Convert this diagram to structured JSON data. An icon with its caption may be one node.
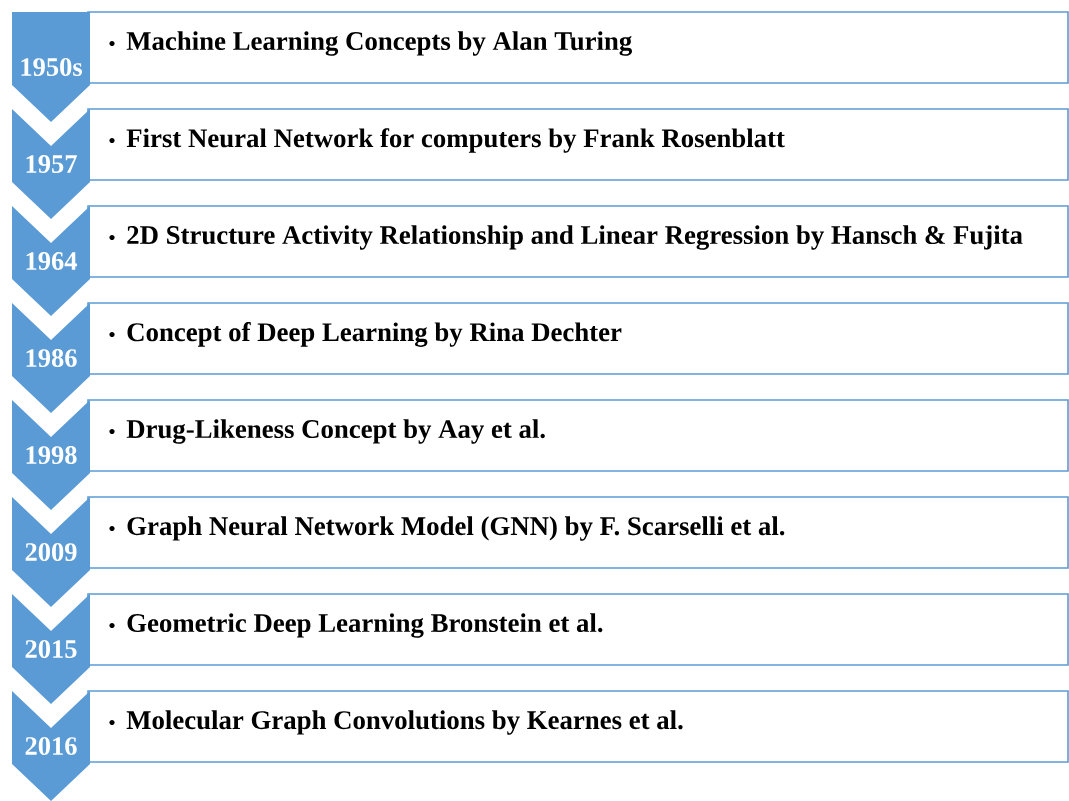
{
  "diagram": {
    "nodes": [
      {
        "text": [
          "1950s"
        ]
      },
      {
        "text": [
          "Machine Learning Concepts by Alan Turing"
        ]
      },
      {
        "text": [
          "1957"
        ]
      },
      {
        "text": [
          "First Neural Network for computers by Frank Rosenblatt"
        ]
      },
      {
        "text": [
          "1964"
        ]
      },
      {
        "text": [
          "2D Structure Activity Relationship and Linear Regression by Hansch & Fujita"
        ]
      },
      {
        "text": [
          "1986"
        ]
      },
      {
        "text": [
          "Concept of Deep Learning by Rina Dechter"
        ]
      },
      {
        "text": [
          "1998"
        ]
      },
      {
        "text": [
          "Drug-Likeness Concept by Aay et al."
        ]
      },
      {
        "text": [
          "2009"
        ]
      },
      {
        "text": [
          "Graph Neural Network Model (GNN) by F. Scarselli et al."
        ]
      },
      {
        "text": [
          "2015"
        ]
      },
      {
        "text": [
          "Geometric Deep Learning Bronstein et al."
        ]
      },
      {
        "text": [
          "2016"
        ]
      },
      {
        "text": [
          "Molecular Graph Convolutions by Kearnes et al."
        ]
      }
    ]
  }
}
